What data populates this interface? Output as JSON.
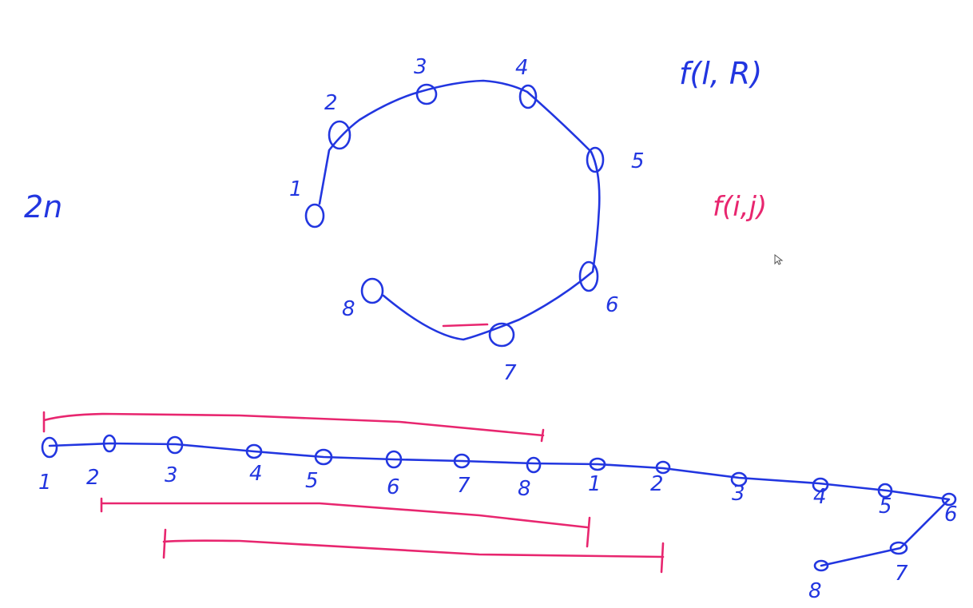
{
  "annotations": {
    "two_n": "2n",
    "f_lr": "f(l, R)",
    "f_ij": "f(i,j)"
  },
  "circle_nodes": [
    "1",
    "2",
    "3",
    "4",
    "5",
    "6",
    "7",
    "8"
  ],
  "line_nodes": [
    "1",
    "2",
    "3",
    "4",
    "5",
    "6",
    "7",
    "8",
    "1",
    "2",
    "3",
    "4",
    "5",
    "6",
    "7",
    "8"
  ],
  "intervals": [
    {
      "from": 1,
      "to": 8
    },
    {
      "from": 2,
      "to": 9
    },
    {
      "from": 3,
      "to": 10
    }
  ],
  "colors": {
    "ink": "#2236e0",
    "highlight": "#e8266f"
  }
}
